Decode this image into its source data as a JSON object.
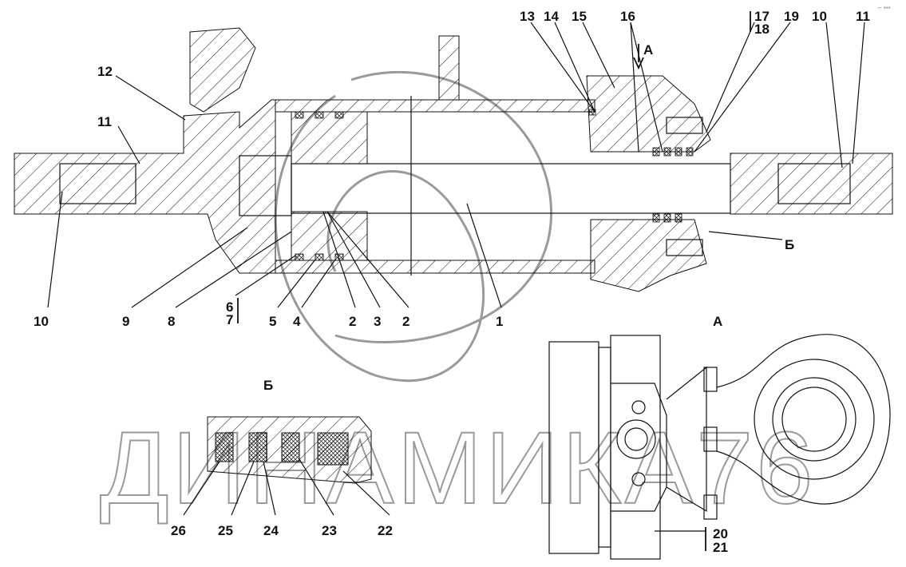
{
  "corner_mark": "⌐ ▪▪▪",
  "watermark": "ДИНАМИКА76",
  "main_view": {
    "labels": [
      "12",
      "11",
      "10",
      "9",
      "8",
      "6",
      "7",
      "5",
      "4",
      "2",
      "3",
      "2",
      "1",
      "13",
      "14",
      "15",
      "16",
      "17",
      "18",
      "19",
      "10",
      "11"
    ],
    "view_a_marker": "А",
    "detail_b_marker": "Б"
  },
  "detail_b": {
    "title": "Б",
    "labels": [
      "26",
      "25",
      "24",
      "23",
      "22"
    ]
  },
  "view_a": {
    "title": "А",
    "labels": [
      "20",
      "21"
    ]
  }
}
